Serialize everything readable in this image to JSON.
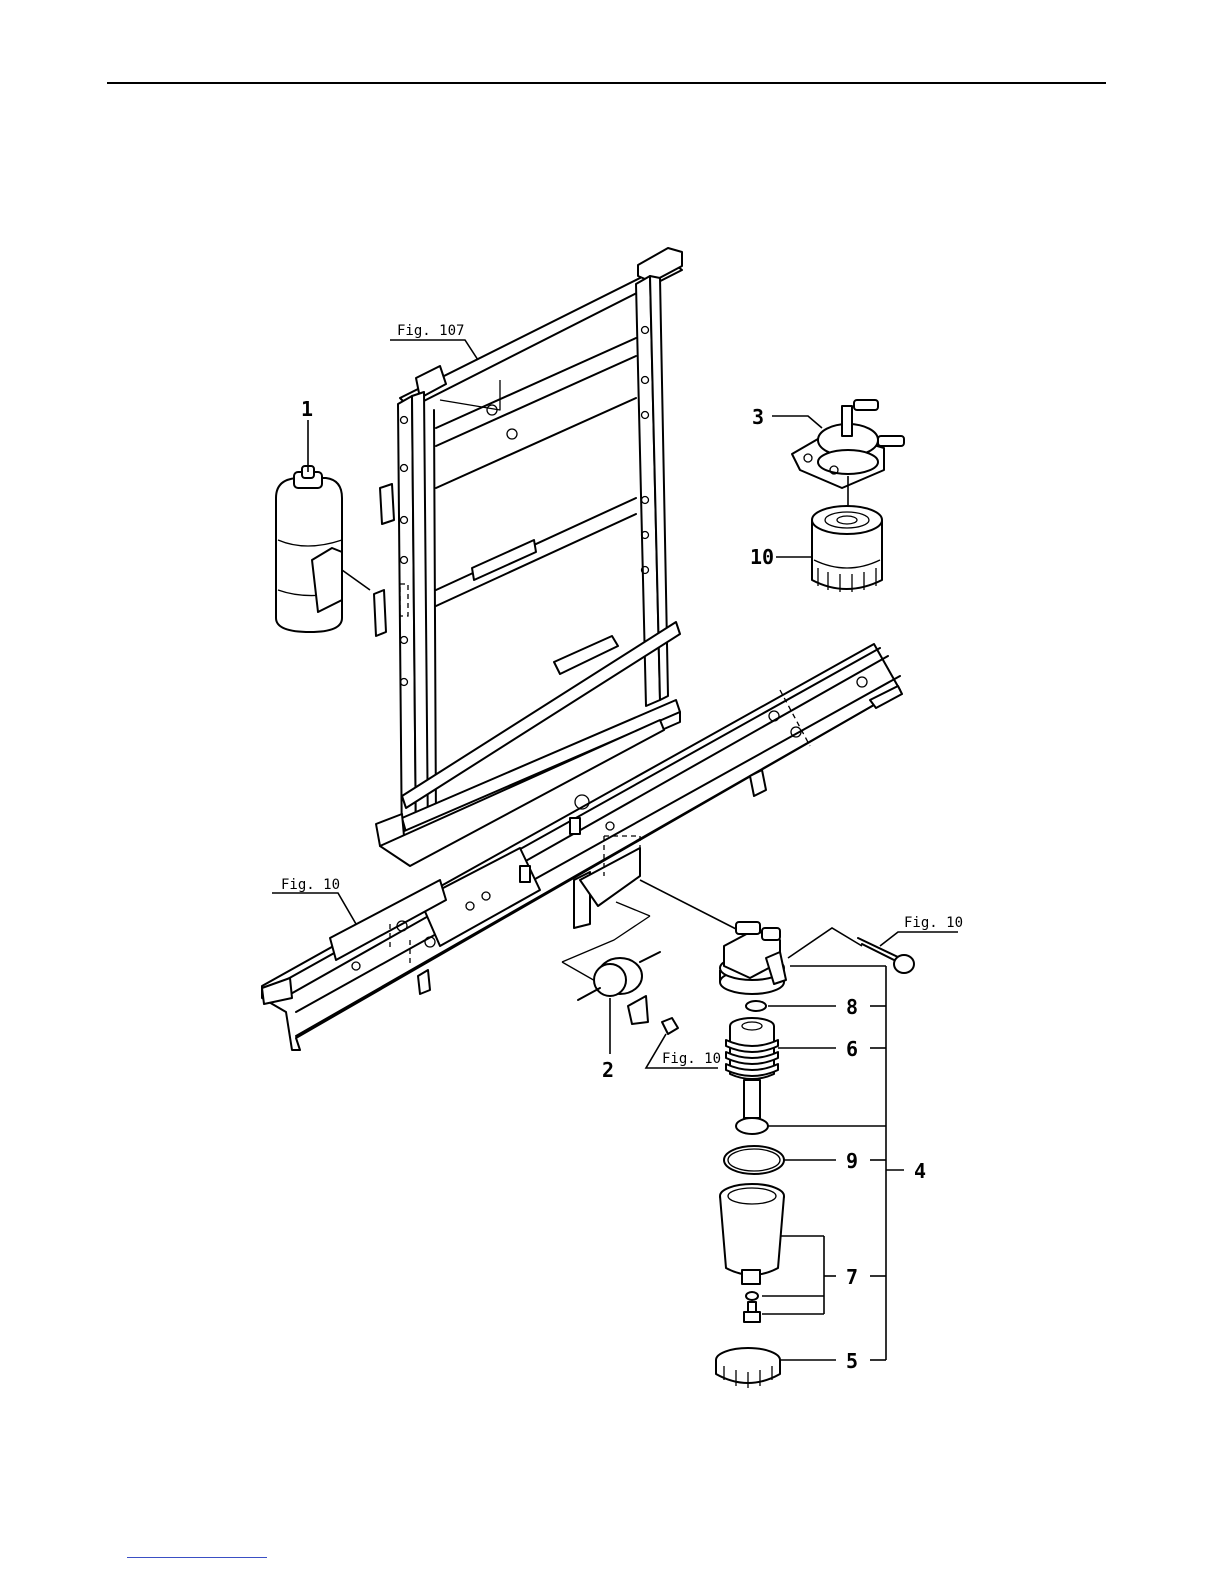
{
  "references": {
    "frame": "Fig. 107",
    "chassis": "Fig. 10",
    "bracket_bolt": "Fig. 10",
    "filter_bolt": "Fig. 10"
  },
  "callouts": {
    "c1": "1",
    "c2": "2",
    "c3": "3",
    "c4": "4",
    "c5": "5",
    "c6": "6",
    "c7": "7",
    "c8": "8",
    "c9": "9",
    "c10": "10"
  }
}
